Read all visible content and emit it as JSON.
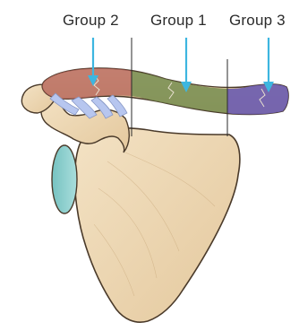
{
  "labels": {
    "group_2": "Group 2",
    "group_1": "Group 1",
    "group_3": "Group 3"
  },
  "colors": {
    "group_2_region": "#b25b55",
    "group_1_region": "#6f8a4c",
    "group_3_region": "#6a5bb0",
    "arrow": "#3db6e0",
    "bone_fill": "#ecd6b4",
    "bone_outline": "#4a3a2a",
    "glenoid": "#8fd0cf",
    "ligament": "#b7c6ef"
  }
}
